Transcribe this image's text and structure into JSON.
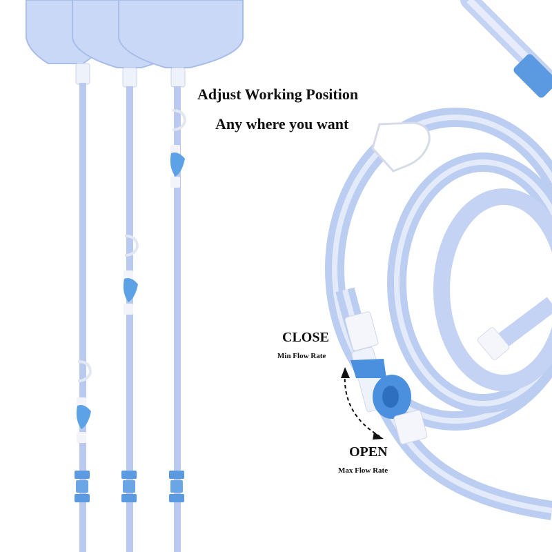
{
  "headline": "Adjust Working Position",
  "subline": "Any where you want",
  "close_label": "CLOSE",
  "close_sub": "Min Flow Rate",
  "open_label": "OPEN",
  "open_sub": "Max Flow Rate",
  "colors": {
    "bag": "#c7d6f5",
    "bag_edge": "#a9bde9",
    "tube": "#b9c9f0",
    "tube_inner": "#e6ecfb",
    "connector": "#5b9ae0",
    "valve": "#4a90df",
    "clamp": "#ffffff",
    "text": "#111111"
  },
  "icons": [
    "curved-dashed-arrow-icon"
  ]
}
